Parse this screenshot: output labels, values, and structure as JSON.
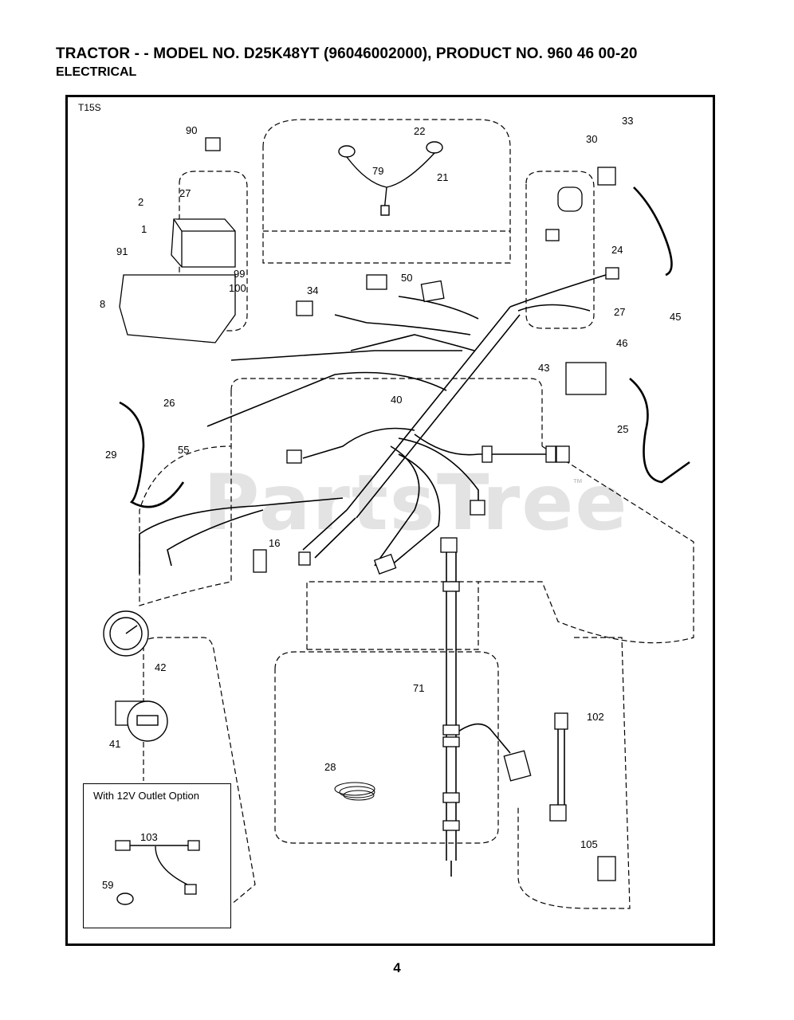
{
  "header": {
    "title": "TRACTOR - - MODEL NO. D25K48YT (96046002000), PRODUCT NO. 960 46 00-20",
    "subtitle": "ELECTRICAL"
  },
  "diagram": {
    "code": "T15S",
    "watermark": "PartsTree",
    "watermark_tm": "™",
    "option_box_title": "With 12V Outlet Option",
    "callouts": [
      "1",
      "2",
      "8",
      "16",
      "21",
      "22",
      "24",
      "25",
      "26",
      "27",
      "27",
      "28",
      "29",
      "30",
      "33",
      "34",
      "40",
      "41",
      "42",
      "43",
      "45",
      "46",
      "50",
      "55",
      "59",
      "71",
      "79",
      "90",
      "91",
      "99",
      "100",
      "102",
      "103",
      "105"
    ]
  },
  "footer": {
    "page_number": "4"
  }
}
